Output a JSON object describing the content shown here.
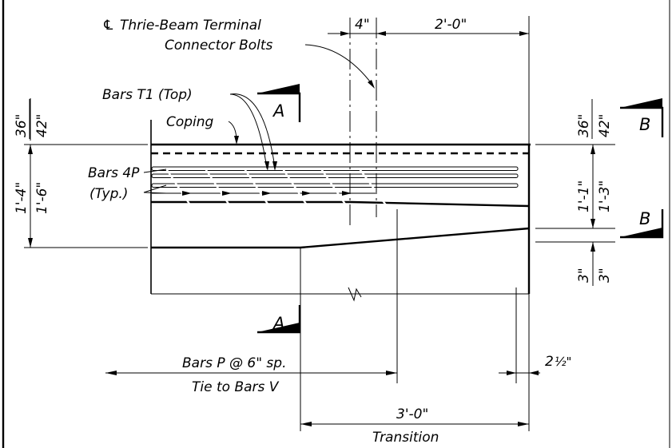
{
  "labels": {
    "centerline_symbol": "℄",
    "connector_line1": "Thrie-Beam Terminal",
    "connector_line2": "Connector Bolts",
    "bars_t1": "Bars T1 (Top)",
    "coping": "Coping",
    "bars_4p_line1": "Bars 4P",
    "bars_4p_line2": "(Typ.)",
    "bars_p": "Bars P @ 6\" sp.",
    "tie": "Tie to Bars V",
    "transition": "Transition"
  },
  "dimensions": {
    "top_4in": "4\"",
    "top_2ft": "2'-0\"",
    "left_36": "36\"",
    "left_42": "42\"",
    "left_1_4": "1'-4\"",
    "left_1_6": "1'-6\"",
    "right_36": "36\"",
    "right_42": "42\"",
    "right_1_1": "1'-1\"",
    "right_1_3": "1'-3\"",
    "right_3a": "3\"",
    "right_3b": "3\"",
    "half_2": "2",
    "half_frac": "½\"",
    "bottom_3ft": "3'-0\""
  },
  "sections": {
    "a_top": "A",
    "a_bottom": "A",
    "b_top": "B",
    "b_bottom": "B"
  }
}
